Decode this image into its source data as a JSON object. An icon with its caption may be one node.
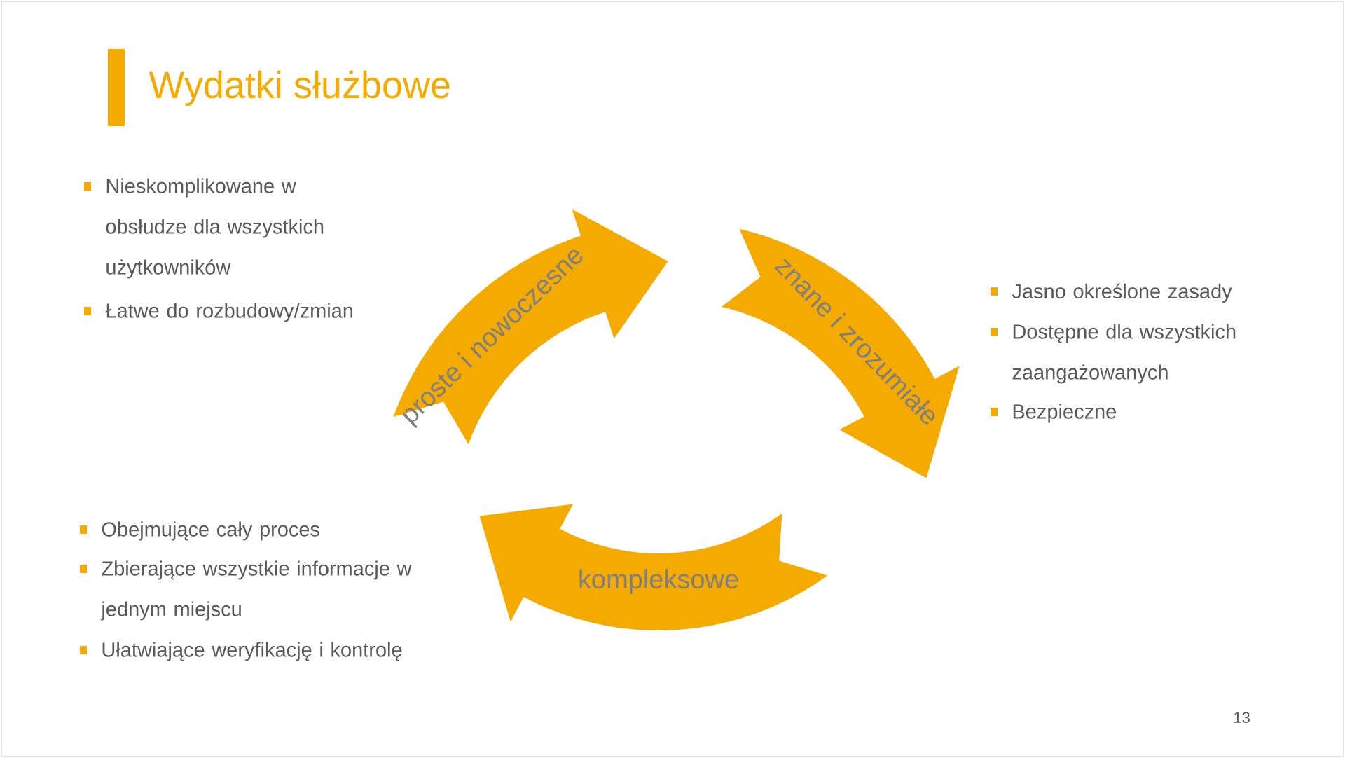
{
  "diagram": {
    "title": "Wydatki służbowe",
    "nodes": [
      {
        "text": [
          "proste i nowoczesne"
        ]
      },
      {
        "text": [
          "znane i zrozumiałe"
        ]
      },
      {
        "text": [
          "kompleksowe"
        ]
      }
    ],
    "labels": [
      "Nieskomplikowane w obsłudze dla wszystkich użytkowników",
      "Łatwe do rozbudowy/zmian",
      "Jasno określone zasady",
      "Dostępne dla wszystkich zaangażowanych",
      "Bezpieczne",
      "Obejmujące cały proces",
      "Zbierające wszystkie informacje w jednym miejscu",
      "Ułatwiające weryfikację i kontrolę",
      "13"
    ]
  }
}
